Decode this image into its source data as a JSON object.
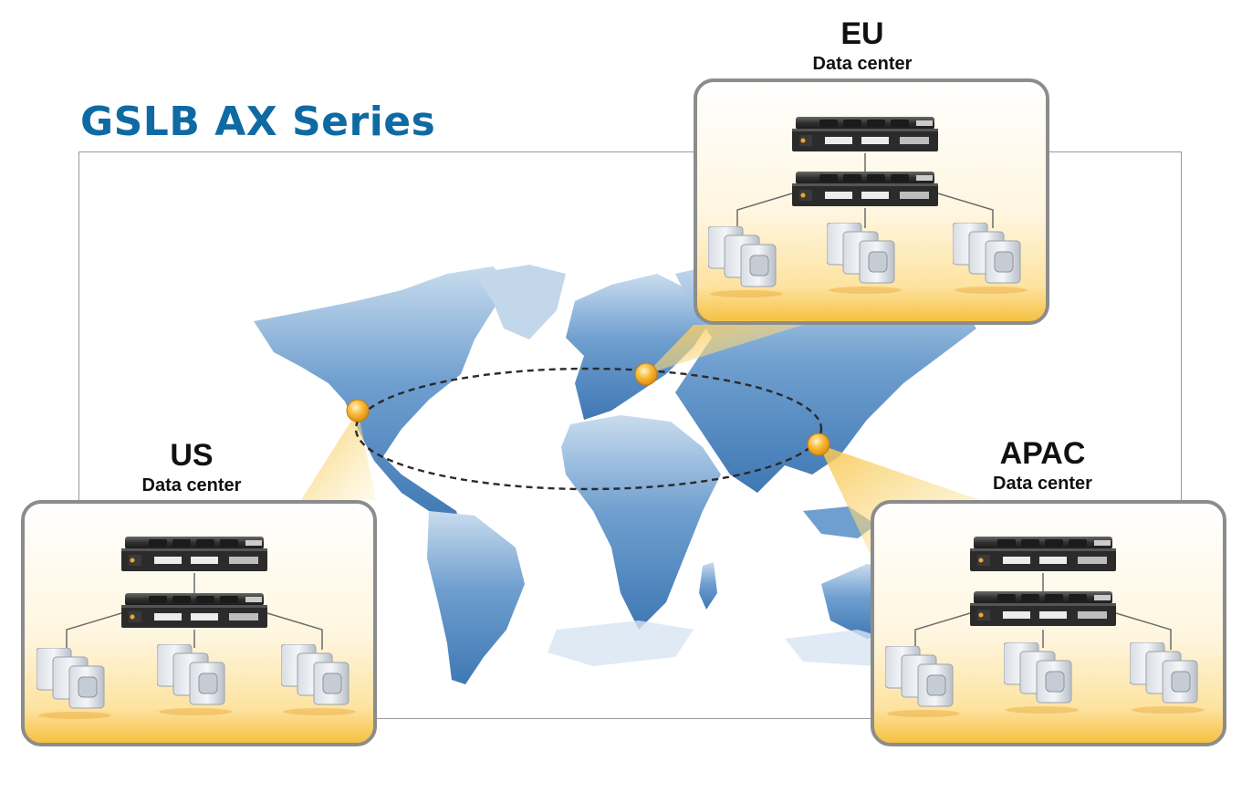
{
  "title": "GSLB AX Series",
  "colors": {
    "title": "#0f6aa4",
    "map_land": "#4f86bd",
    "map_land_light": "#c7dced",
    "callout_border": "#8c8c8c",
    "callout_fill_top": "#ffffff",
    "callout_fill_bottom": "#f7c74e",
    "node": "#f5a623"
  },
  "data_centers": [
    {
      "id": "eu",
      "region": "EU",
      "label": "Data center"
    },
    {
      "id": "us",
      "region": "US",
      "label": "Data center"
    },
    {
      "id": "apac",
      "region": "APAC",
      "label": "Data center"
    }
  ],
  "icons": [
    "ax-appliance-icon",
    "server-stack-icon",
    "location-node-icon"
  ]
}
